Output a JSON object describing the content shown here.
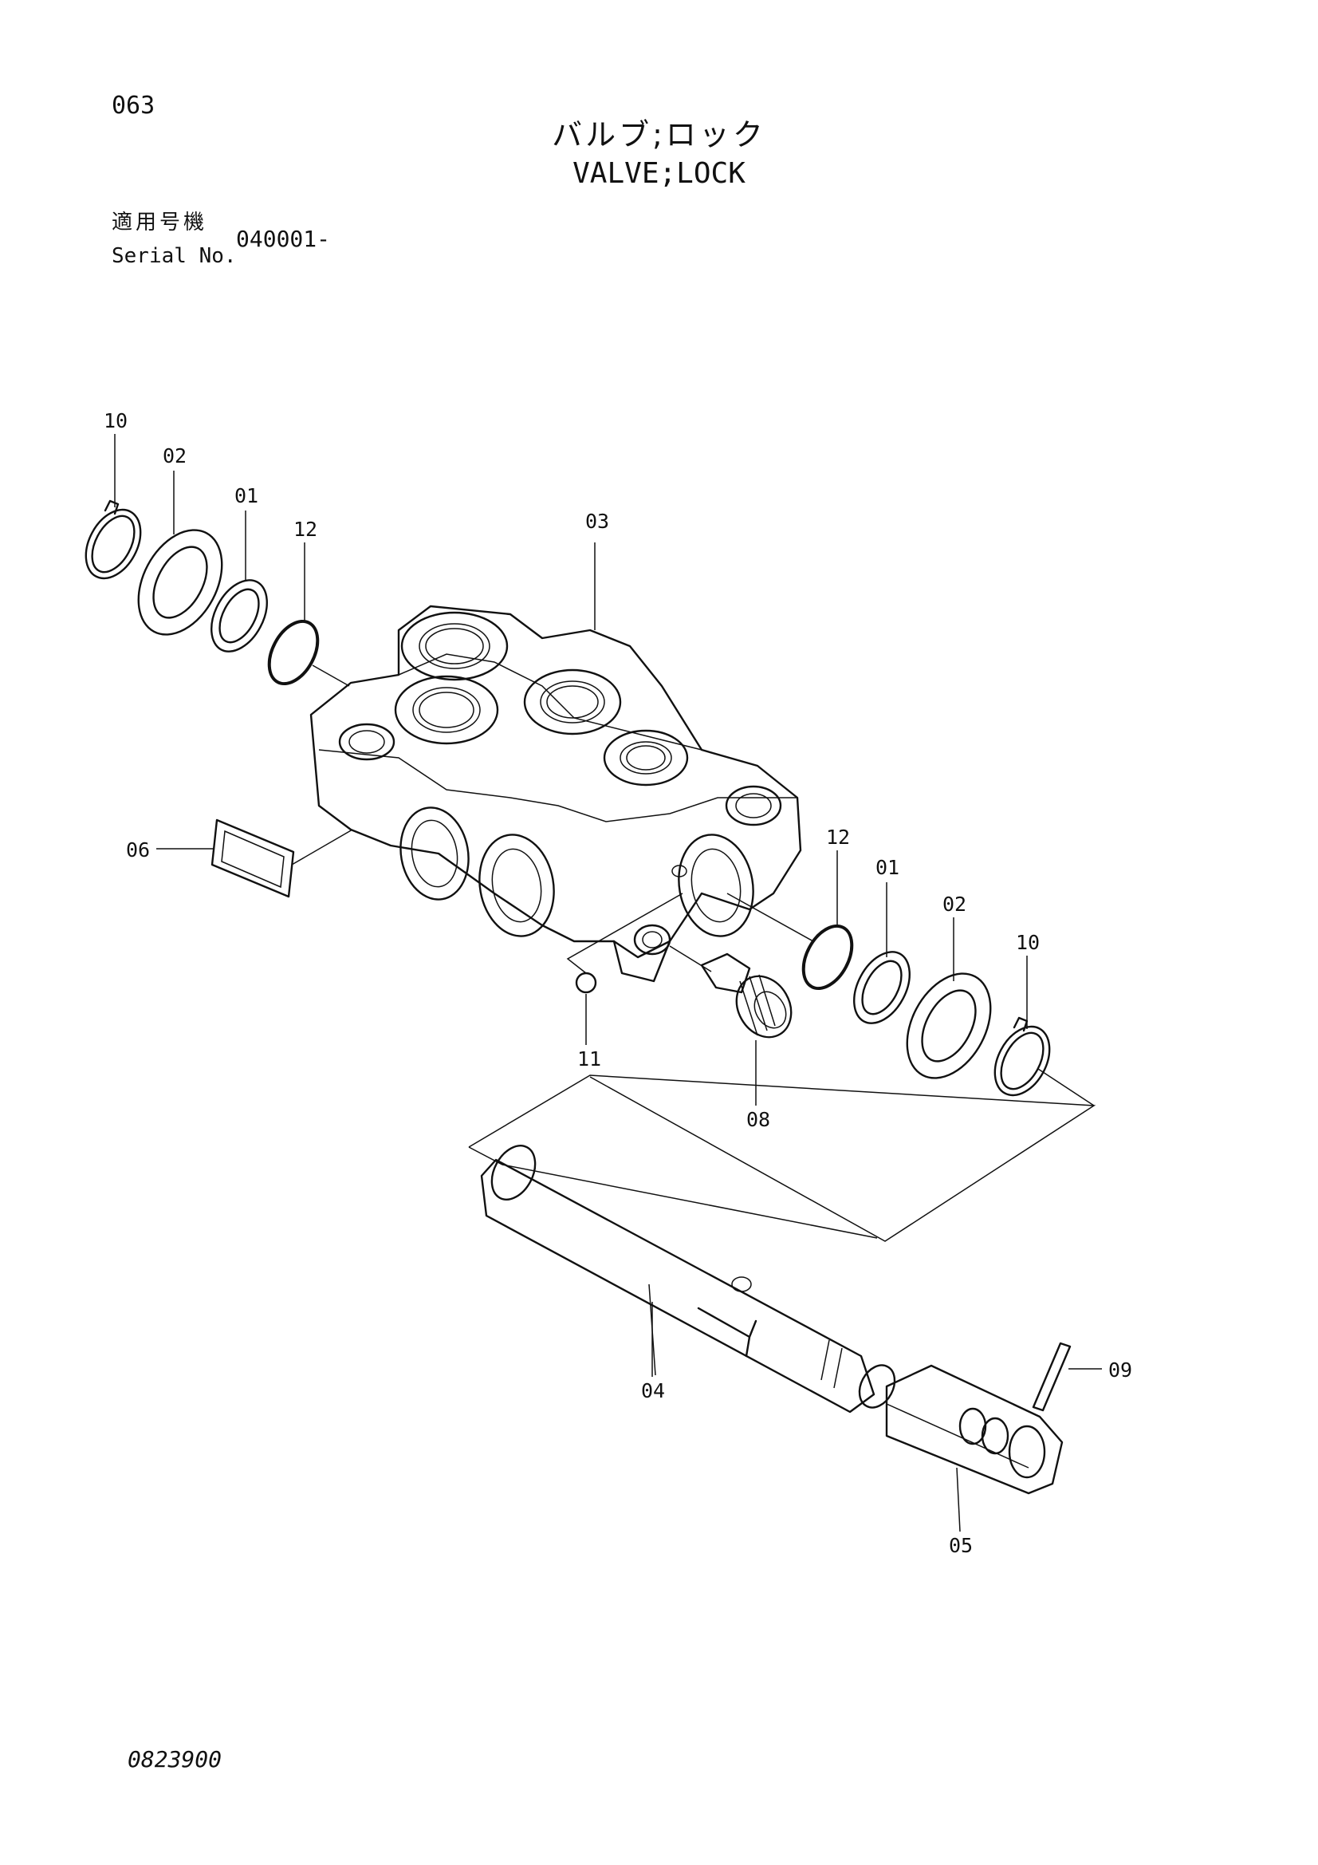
{
  "page": {
    "page_number": "063",
    "title_jp": "バルブ;ロック",
    "title_en": "VALVE;LOCK",
    "serial_label_jp": "適用号機",
    "serial_label_en": "Serial No.",
    "serial_value": "040001-",
    "drawing_number": "0823900"
  },
  "parts": [
    {
      "id": "10",
      "label": "10",
      "name": "snap-ring-left"
    },
    {
      "id": "02",
      "label": "02",
      "name": "washer-left"
    },
    {
      "id": "01",
      "label": "01",
      "name": "backup-ring-left"
    },
    {
      "id": "12",
      "label": "12",
      "name": "o-ring-left"
    },
    {
      "id": "03",
      "label": "03",
      "name": "valve-body"
    },
    {
      "id": "06",
      "label": "06",
      "name": "name-plate"
    },
    {
      "id": "12b",
      "label": "12",
      "name": "o-ring-right"
    },
    {
      "id": "01b",
      "label": "01",
      "name": "backup-ring-right"
    },
    {
      "id": "02b",
      "label": "02",
      "name": "washer-right"
    },
    {
      "id": "10b",
      "label": "10",
      "name": "snap-ring-right"
    },
    {
      "id": "11",
      "label": "11",
      "name": "ball"
    },
    {
      "id": "08",
      "label": "08",
      "name": "plug"
    },
    {
      "id": "04",
      "label": "04",
      "name": "spool"
    },
    {
      "id": "09",
      "label": "09",
      "name": "pin"
    },
    {
      "id": "05",
      "label": "05",
      "name": "lever"
    }
  ]
}
